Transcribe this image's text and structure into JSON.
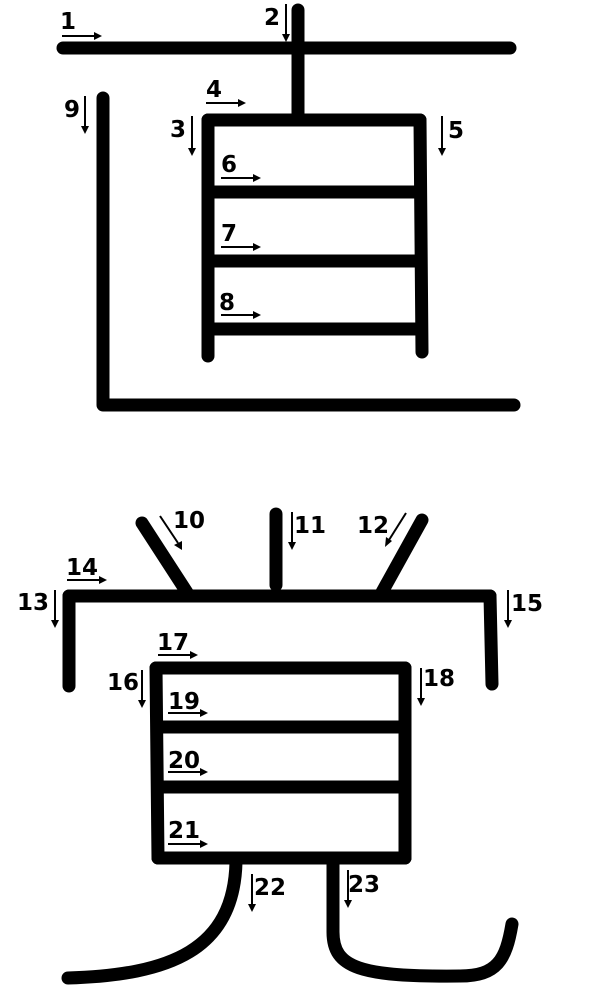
{
  "stroke_color": "#000000",
  "characters": [
    {
      "labels": [
        "1",
        "2",
        "3",
        "4",
        "5",
        "6",
        "7",
        "8",
        "9"
      ]
    },
    {
      "labels": [
        "10",
        "11",
        "12",
        "13",
        "14",
        "15",
        "16",
        "17",
        "18",
        "19",
        "20",
        "21",
        "22",
        "23"
      ]
    }
  ]
}
